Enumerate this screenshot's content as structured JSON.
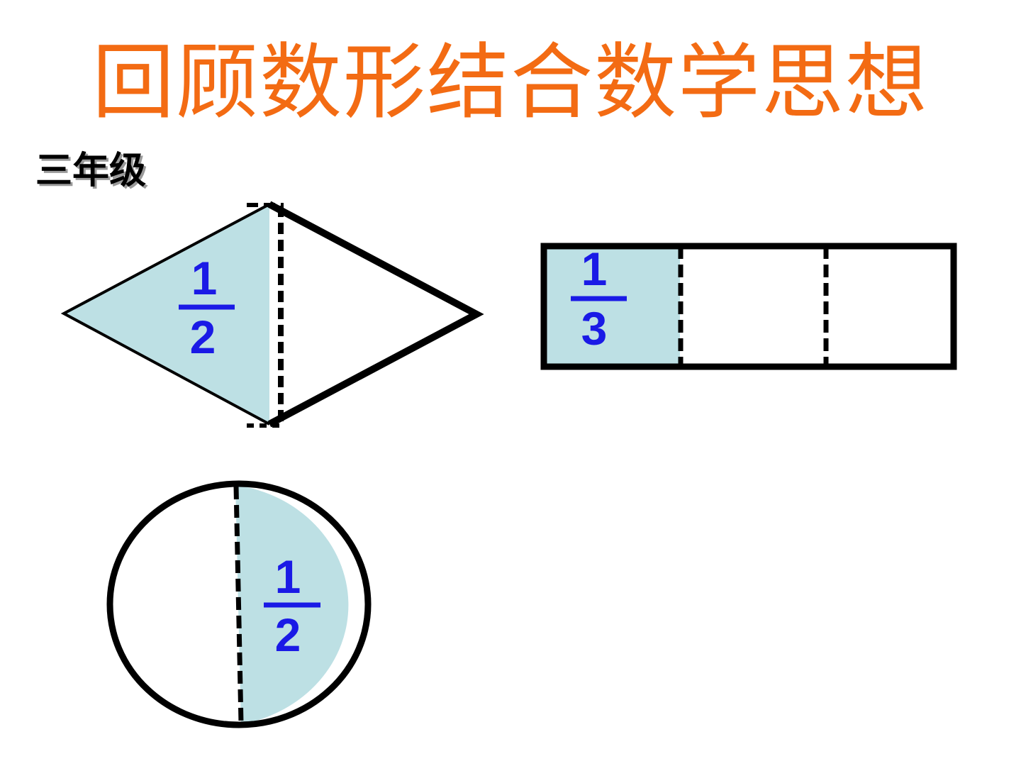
{
  "slide": {
    "title": "回顾数形结合数学思想",
    "grade_label": "三年级"
  },
  "figures": {
    "rhombus": {
      "shape": "rhombus",
      "fraction": {
        "numerator": "1",
        "denominator": "2"
      },
      "shaded_parts": 1,
      "total_parts": 2
    },
    "rectangle": {
      "shape": "rectangle",
      "fraction": {
        "numerator": "1",
        "denominator": "3"
      },
      "shaded_parts": 1,
      "total_parts": 3
    },
    "circle": {
      "shape": "circle",
      "fraction": {
        "numerator": "1",
        "denominator": "2"
      },
      "shaded_parts": 1,
      "total_parts": 2
    }
  },
  "colors": {
    "title": "#f36b13",
    "shade": "#bde0e4",
    "fraction_text": "#1a1ae6",
    "outline": "#000000"
  }
}
